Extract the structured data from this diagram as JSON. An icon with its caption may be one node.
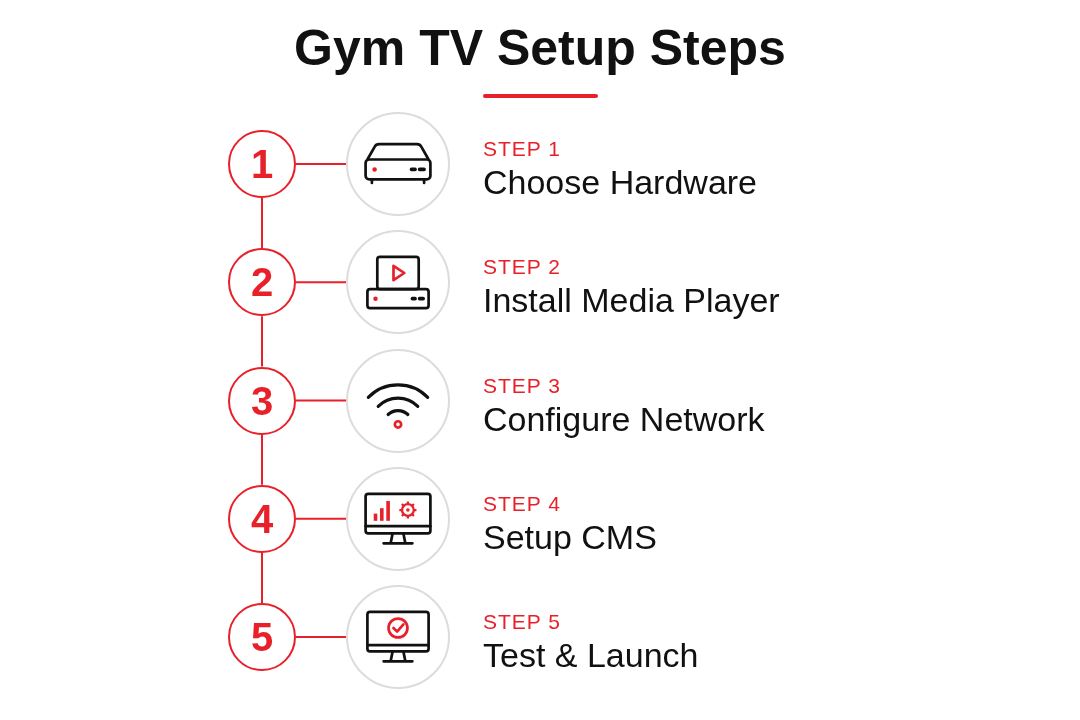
{
  "diagram": {
    "title": "Gym TV Setup Steps",
    "nodes": [
      {
        "text": [
          "1"
        ]
      },
      {
        "text": [],
        "shape": "circle",
        "beside": [
          "STEP 1",
          "Choose Hardware"
        ]
      },
      {
        "text": [
          "2"
        ]
      },
      {
        "text": [],
        "shape": "circle",
        "beside": [
          "STEP 2",
          "Install Media Player"
        ]
      },
      {
        "text": [
          "3"
        ]
      },
      {
        "text": [],
        "shape": "circle",
        "beside": [
          "STEP 3",
          "Configure Network"
        ]
      },
      {
        "text": [
          "4"
        ]
      },
      {
        "text": [],
        "shape": "circle",
        "beside": [
          "STEP 4",
          "Setup CMS"
        ]
      },
      {
        "text": [
          "5"
        ]
      },
      {
        "text": [],
        "shape": "circle",
        "beside": [
          "STEP 5",
          "Test & Launch"
        ]
      }
    ],
    "edges": [
      {
        "from": 0,
        "to": 1,
        "arrow": "none"
      },
      {
        "from": 0,
        "to": 2,
        "arrow": "none"
      },
      {
        "from": 2,
        "to": 3,
        "arrow": "none"
      },
      {
        "from": 2,
        "to": 4,
        "arrow": "none"
      },
      {
        "from": 4,
        "to": 5,
        "arrow": "none"
      },
      {
        "from": 4,
        "to": 6,
        "arrow": "none"
      },
      {
        "from": 6,
        "to": 7,
        "arrow": "none"
      },
      {
        "from": 6,
        "to": 8,
        "arrow": "none"
      },
      {
        "from": 8,
        "to": 9,
        "arrow": "none"
      }
    ]
  }
}
